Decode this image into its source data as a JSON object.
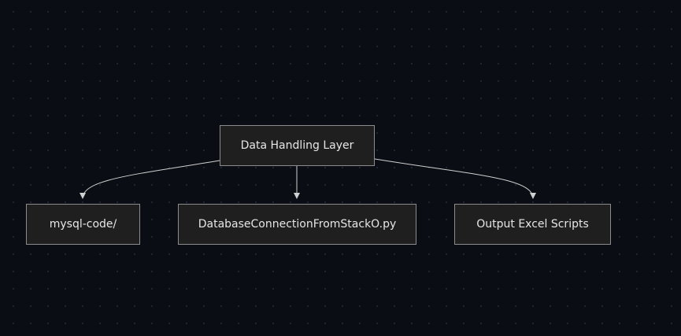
{
  "diagram": {
    "nodes": [
      {
        "id": "root",
        "label": "Data Handling Layer"
      },
      {
        "id": "mysql",
        "label": "mysql-code/"
      },
      {
        "id": "dbconn",
        "label": "DatabaseConnectionFromStackO.py"
      },
      {
        "id": "excel",
        "label": "Output Excel Scripts"
      }
    ],
    "edges": [
      {
        "from": "root",
        "to": "mysql"
      },
      {
        "from": "root",
        "to": "dbconn"
      },
      {
        "from": "root",
        "to": "excel"
      }
    ],
    "colors": {
      "background": "#0a0d13",
      "node_fill": "#1f1f1f",
      "node_border": "#8c8c8c",
      "edge": "#d0d0d0",
      "text": "#e6e6e6"
    }
  }
}
